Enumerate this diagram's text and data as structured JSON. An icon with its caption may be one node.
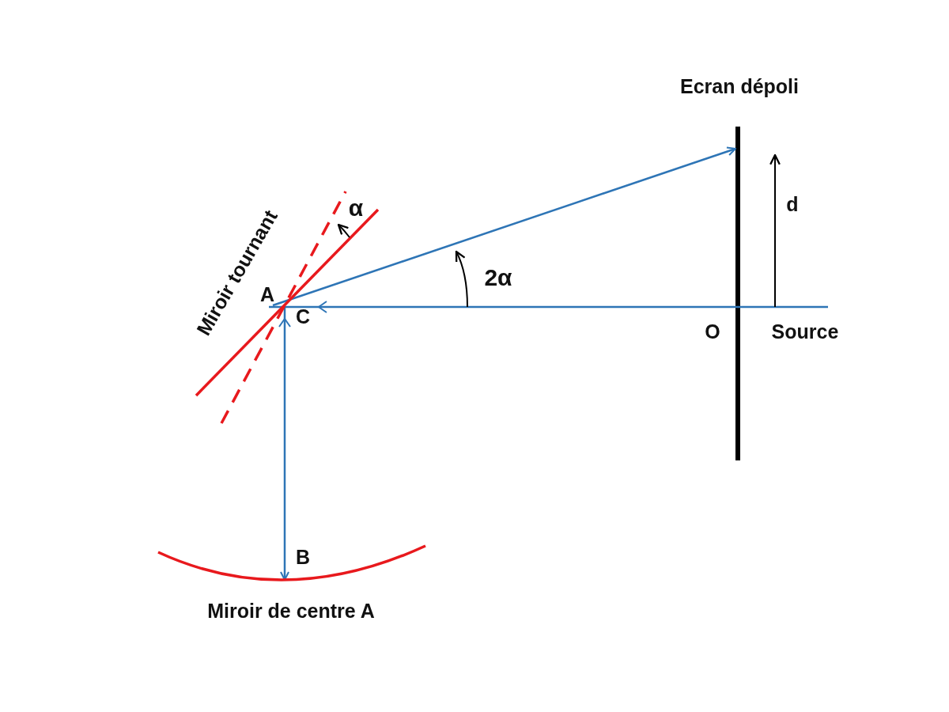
{
  "diagram": {
    "labels": [
      "Ecran dépoli",
      "α",
      "Miroir tournant",
      "d",
      "2α",
      "A",
      "C",
      "O",
      "Source",
      "B",
      "Miroir de centre A"
    ]
  }
}
